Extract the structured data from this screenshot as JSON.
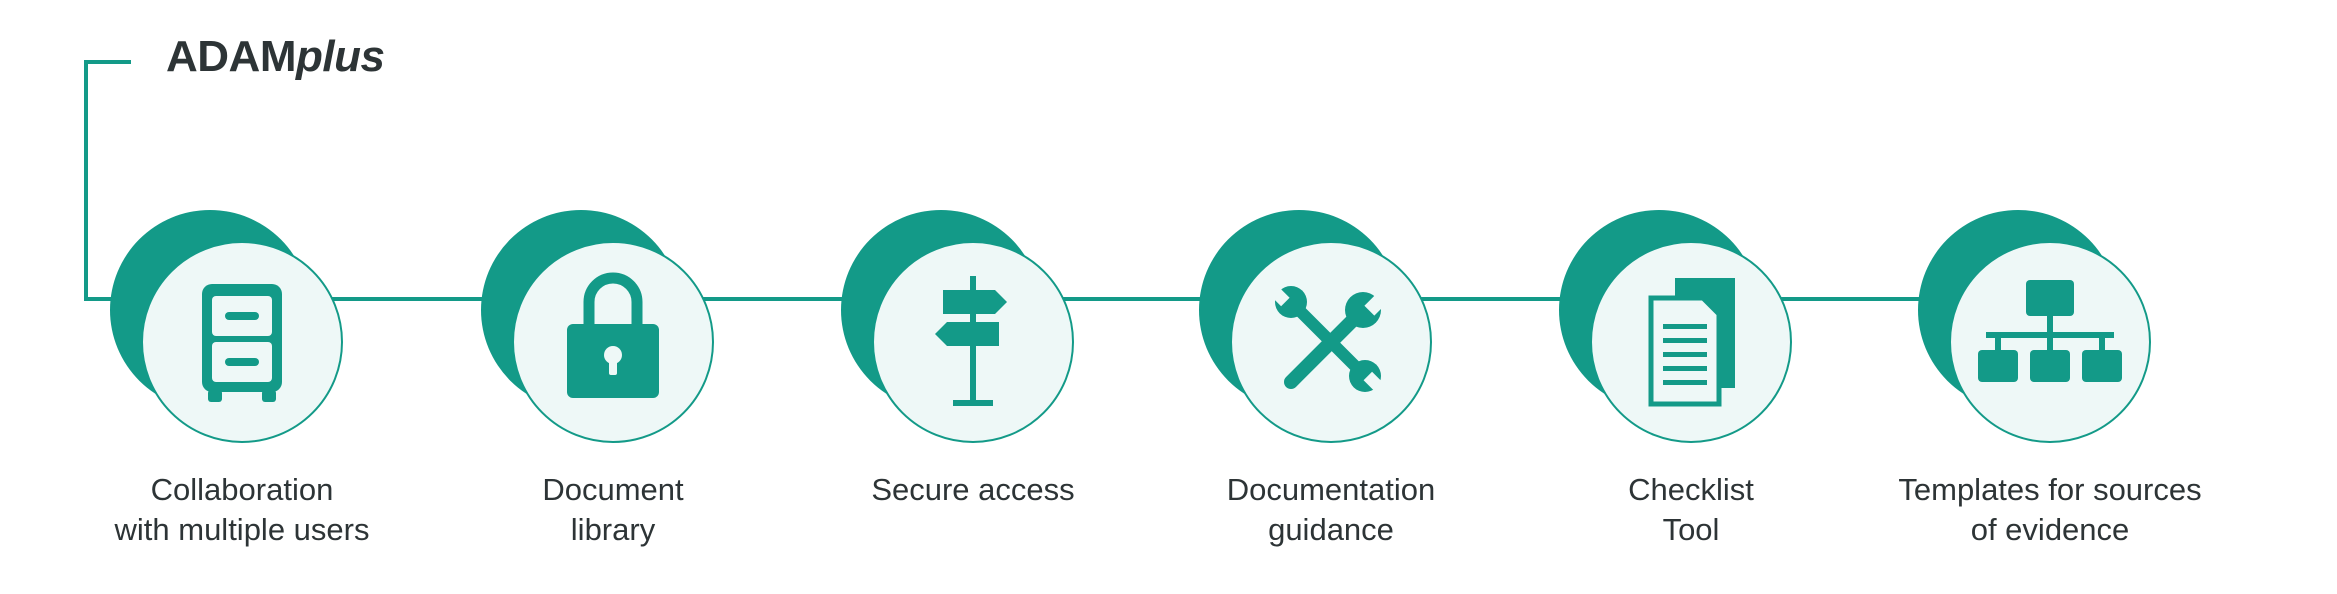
{
  "title": {
    "main": "ADAM",
    "italic": "plus"
  },
  "colors": {
    "accent": "#139a88",
    "circle_fill": "#eef8f7",
    "text": "#2d3436"
  },
  "features": [
    {
      "icon": "filing-cabinet-icon",
      "lines": [
        "Collaboration",
        "with multiple users"
      ]
    },
    {
      "icon": "padlock-icon",
      "lines": [
        "Document",
        "library"
      ]
    },
    {
      "icon": "signpost-icon",
      "lines": [
        "Secure access"
      ]
    },
    {
      "icon": "wrench-tools-icon",
      "lines": [
        "Documentation",
        "guidance"
      ]
    },
    {
      "icon": "documents-icon",
      "lines": [
        "Checklist",
        "Tool"
      ]
    },
    {
      "icon": "hierarchy-icon",
      "lines": [
        "Templates for sources",
        "of evidence"
      ]
    }
  ]
}
